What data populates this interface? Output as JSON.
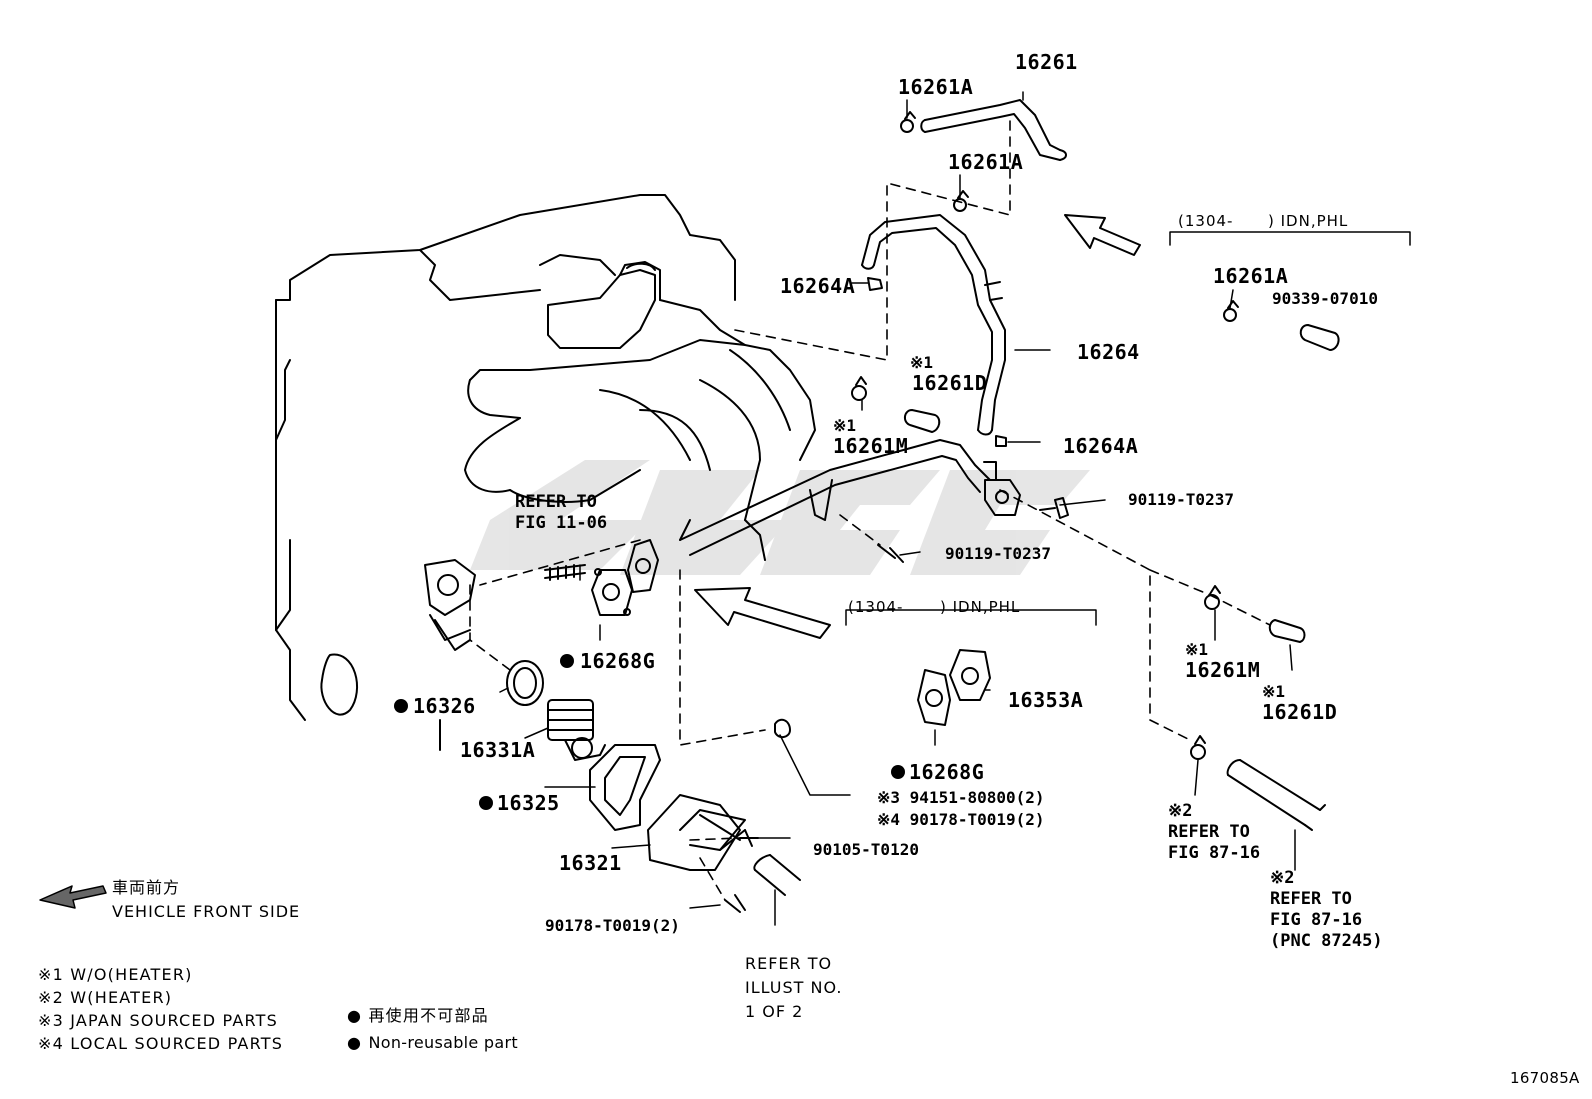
{
  "diagram": {
    "figure_code": "167085A",
    "colors": {
      "line": "#000000",
      "watermark": "#c8c8c8"
    },
    "labels": {
      "p16261": "16261",
      "p16261A_top": "16261A",
      "p16261A_mid": "16261A",
      "p16261A_right": "16261A",
      "p90339": "90339-07010",
      "p16264A_left": "16264A",
      "p16264": "16264",
      "p16264A_lower": "16264A",
      "m1_16261D": "※1",
      "p16261D": "16261D",
      "m1_16261M": "※1",
      "p16261M": "16261M",
      "p90119_right": "90119-T0237",
      "p90119_mid": "90119-T0237",
      "p16268G_left": "16268G",
      "p16326": "16326",
      "p16331A": "16331A",
      "p16325": "16325",
      "p16321": "16321",
      "p90178_bottom": "90178-T0019(2)",
      "p90105": "90105-T0120",
      "p16353A": "16353A",
      "p16268G_right": "16268G",
      "p94151": "※3 94151-80800(2)",
      "p90178_ref": "※4 90178-T0019(2)",
      "p16261M_right_mark": "※1",
      "p16261M_right": "16261M",
      "p16261D_right_mark": "※1",
      "p16261D_right": "16261D"
    },
    "refer_blocks": {
      "fig_11_06": [
        "REFER TO",
        "FIG 11-06"
      ],
      "fig_87_16_a": [
        "※2",
        "REFER TO",
        "FIG 87-16"
      ],
      "fig_87_16_b": [
        "※2",
        "REFER TO",
        "FIG 87-16",
        "(PNC 87245)"
      ],
      "illust": [
        "REFER TO",
        "ILLUST NO.",
        "1 OF 2"
      ]
    },
    "bracket_top": {
      "start": "(1304-",
      "end": ") IDN,PHL"
    },
    "bracket_mid": {
      "start": "(1304-",
      "end": ") IDN,PHL"
    },
    "front_side": {
      "jp": "車両前方",
      "en": "VEHICLE FRONT SIDE",
      "icon": "arrow-left-icon"
    },
    "legend": {
      "notes": [
        "※1 W/O(HEATER)",
        "※2 W(HEATER)",
        "※3 JAPAN SOURCED PARTS",
        "※4 LOCAL SOURCED PARTS"
      ],
      "nonreusable_jp": "再使用不可部品",
      "nonreusable_en": "Non-reusable part",
      "marker_icon": "filled-circle-icon"
    }
  }
}
